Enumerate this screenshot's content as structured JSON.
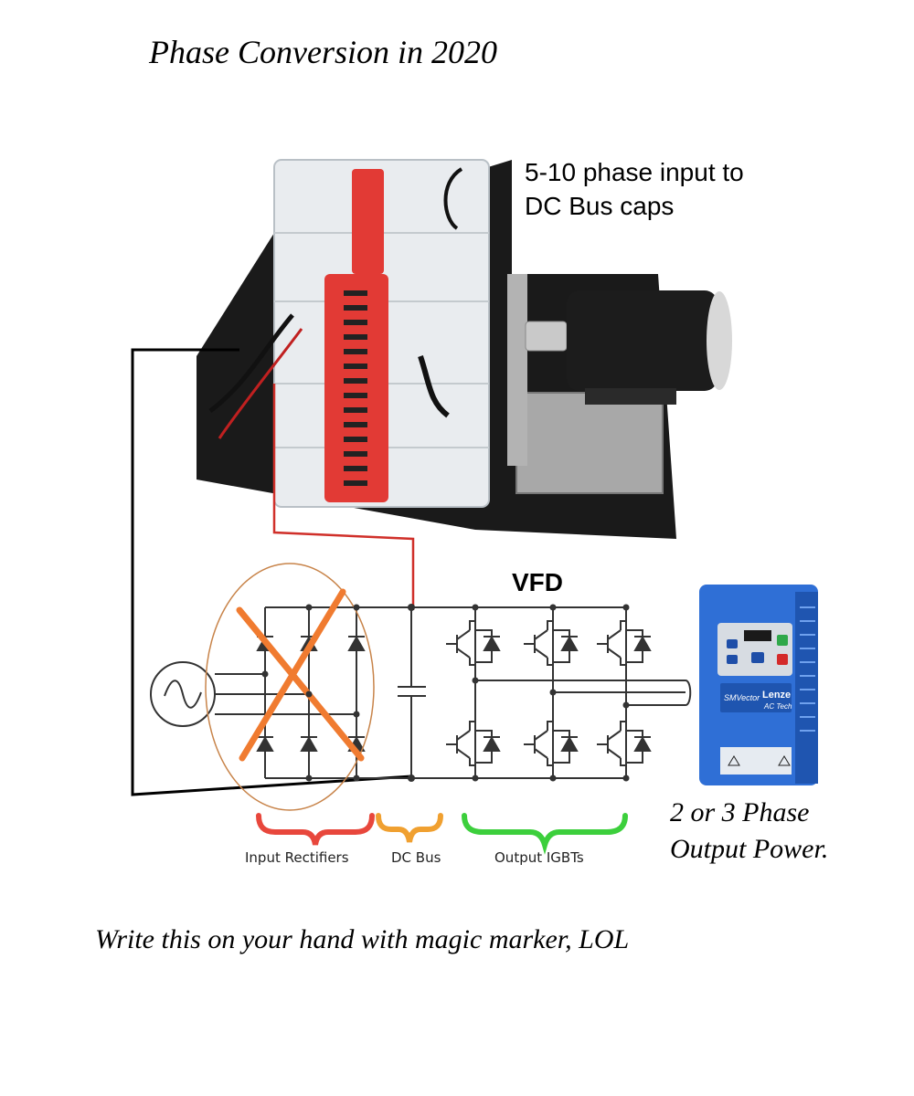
{
  "title": "Phase Conversion in 2020",
  "photo_note": {
    "line1": "5-10 phase input to",
    "line2": "DC Bus caps"
  },
  "vfd_label": "VFD",
  "output_note": {
    "line1": "2 or 3 Phase",
    "line2": "Output Power."
  },
  "braces": [
    {
      "label": "Input Rectifiers",
      "color": "#e8473c"
    },
    {
      "label": "DC Bus",
      "color": "#f0a030"
    },
    {
      "label": "Output IGBTs",
      "color": "#3ccf3c"
    }
  ],
  "drive_panel": {
    "brand_left": "SMVector",
    "brand_right": "Lenze",
    "brand_sub": "AC Tech",
    "body_color": "#2f6fd6"
  },
  "colors": {
    "wire_red": "#d0302a",
    "cross": "#f07b30",
    "ellipse": "#c8844a"
  },
  "footer": "Write this on your hand with magic marker, LOL"
}
